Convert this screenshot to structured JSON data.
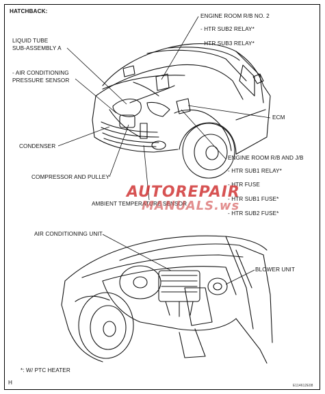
{
  "header": {
    "title": "HATCHBACK:"
  },
  "labels": {
    "engine_room_rb_no2": "ENGINE ROOM R/B NO. 2",
    "htr_sub2_relay": "- HTR SUB2 RELAY*",
    "htr_sub3_relay": "- HTR SUB3 RELAY*",
    "liquid_tube_1": "LIQUID TUBE",
    "liquid_tube_2": "SUB-ASSEMBLY A",
    "ac_pressure_1": "- AIR CONDITIONING",
    "ac_pressure_2": "PRESSURE SENSOR",
    "ecm": "ECM",
    "condenser": "CONDENSER",
    "engine_room_rb_jb": "ENGINE ROOM R/B AND J/B",
    "htr_sub1_relay": "- HTR SUB1 RELAY*",
    "htr_fuse": "- HTR FUSE",
    "htr_sub1_fuse": "- HTR SUB1 FUSE*",
    "htr_sub2_fuse": "- HTR SUB2 FUSE*",
    "compressor": "COMPRESSOR AND PULLEY",
    "ambient_sensor": "AMBIENT TEMPERATURE SENSOR",
    "ac_unit": "AIR CONDITIONING UNIT",
    "blower_unit": "BLOWER UNIT"
  },
  "footer": {
    "note": "*: W/ PTC HEATER",
    "corner": "H",
    "code": "E114612E08"
  },
  "watermark": {
    "line1": "AUTOREPAIR",
    "line2": "MANUALS.ws"
  }
}
